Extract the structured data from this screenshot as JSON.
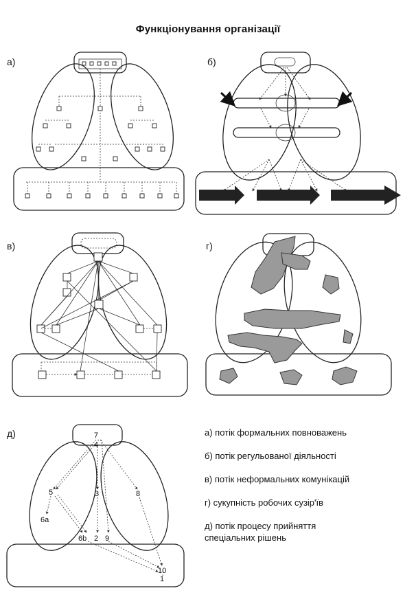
{
  "title": "Функціонування організації",
  "panels": {
    "a": "а)",
    "b": "б)",
    "v": "в)",
    "g": "г)",
    "d": "д)"
  },
  "node_numbers": [
    "7",
    "4",
    "5",
    "3",
    "8",
    "6а",
    "6b",
    "2",
    "9",
    "10",
    "1"
  ],
  "legend": [
    "а) потік формальних повноважень",
    "б) потік регульованої діяльності",
    "в) потік неформальних комунікацій",
    "г) сукупність робочих сузір'їв",
    "д) потік процесу прийняття спеціальних рішень"
  ]
}
